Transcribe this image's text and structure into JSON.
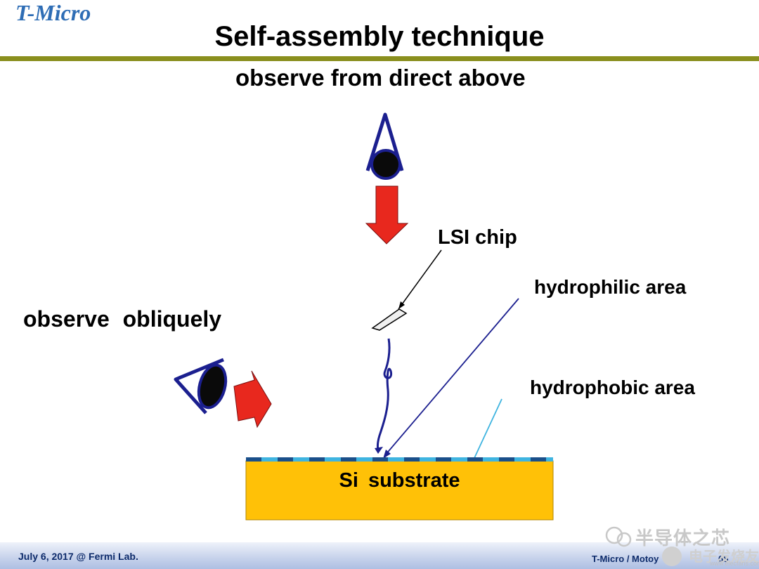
{
  "header": {
    "brand": "T-Micro",
    "title": "Self-assembly technique",
    "subtitle": "observe from direct above"
  },
  "labels": {
    "lsi_chip": "LSI chip",
    "hydrophilic": "hydrophilic area",
    "hydrophobic": "hydrophobic area",
    "oblique": "observe obliquely",
    "substrate": "Si substrate"
  },
  "footer": {
    "left": "July 6, 2017 @ Fermi Lab.",
    "right": "T-Micro / Motoy",
    "page": "65"
  },
  "watermark": {
    "text_cn": "半导体之芯",
    "text_cn2": "电子发烧友",
    "url": "www.elecfans.com"
  },
  "colors": {
    "brand": "#2e6db5",
    "rule": "#8a8f1e",
    "arrow_red": "#e8281e",
    "eye_outline": "#1b1f8f",
    "substrate": "#ffc107",
    "hydrophilic_stripe": "#1a4f8a",
    "hydrophobic_stripe": "#3fb4e0"
  },
  "icons": [
    "eye-above-icon",
    "eye-oblique-icon",
    "down-arrow-icon",
    "right-arrow-icon"
  ]
}
